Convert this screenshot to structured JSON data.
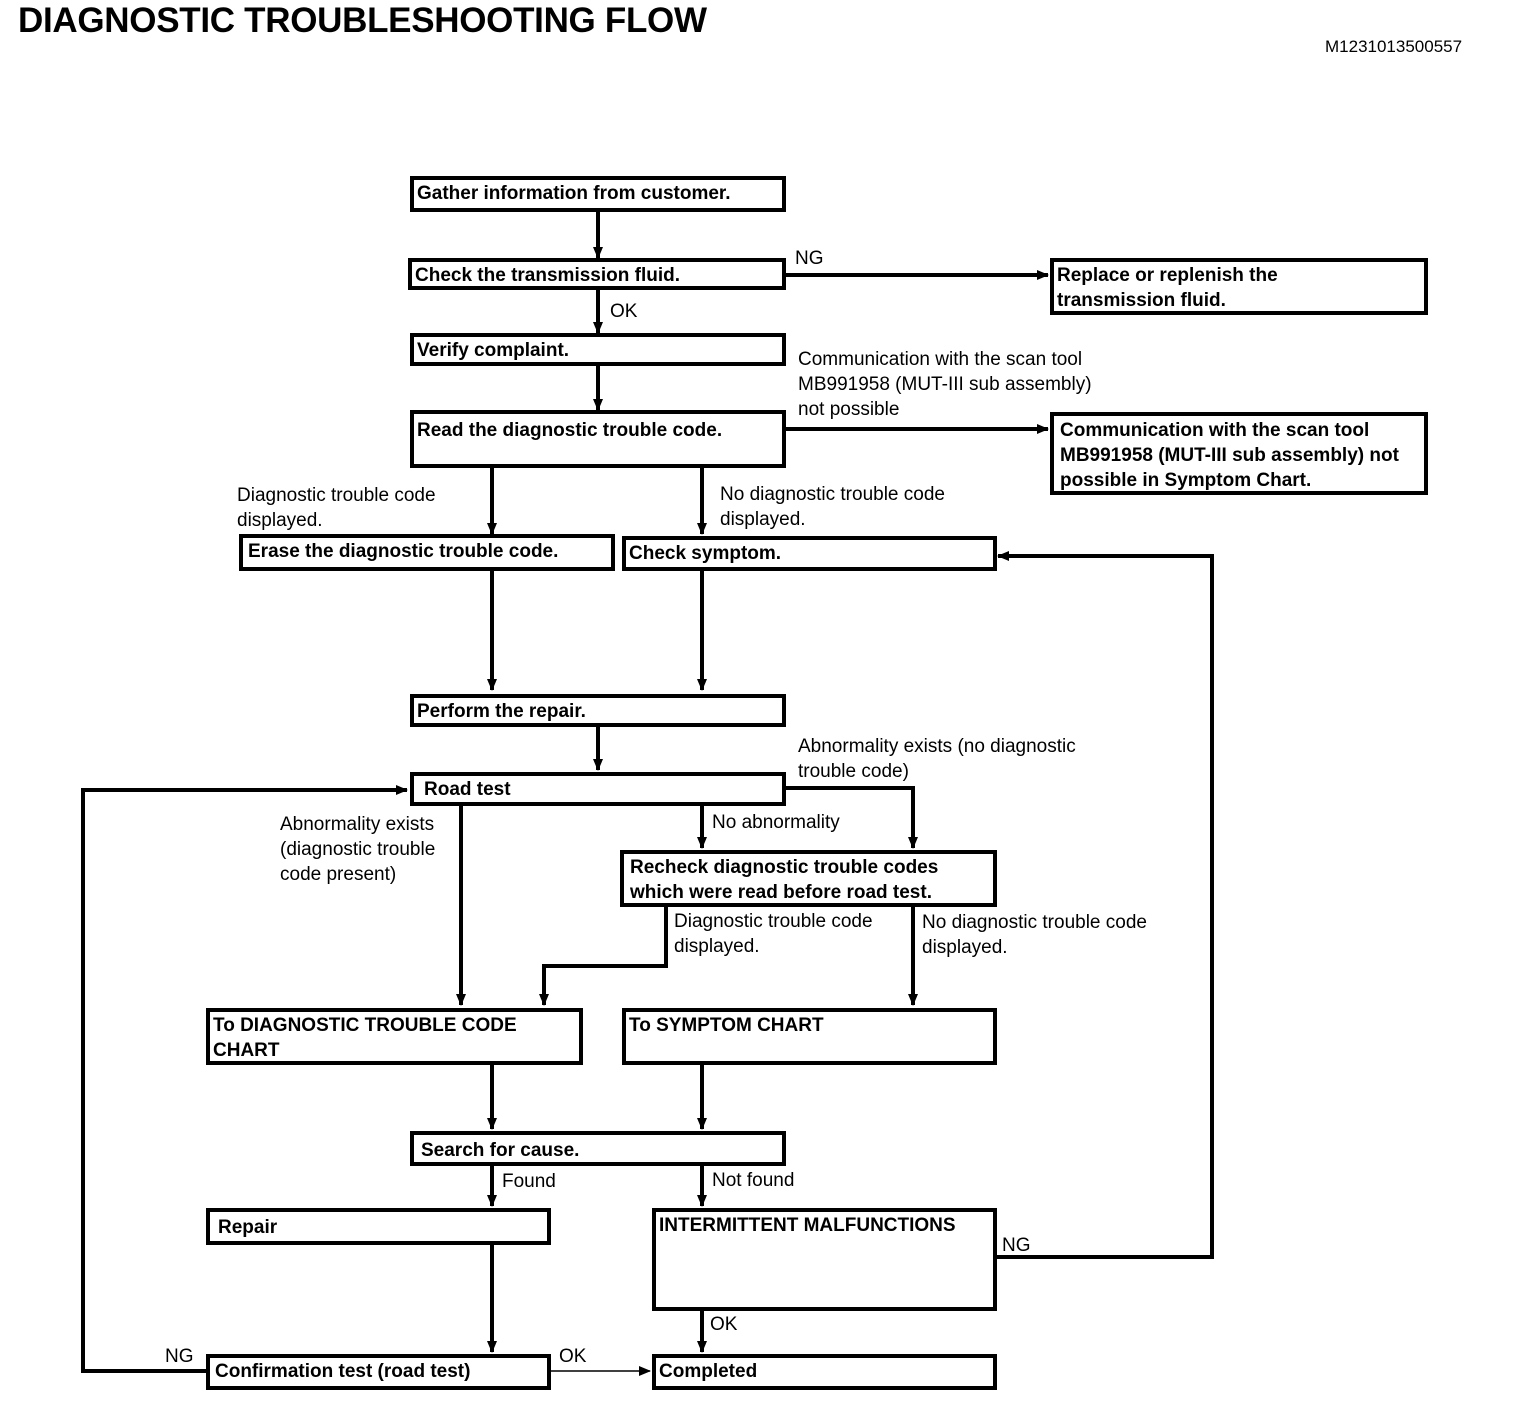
{
  "title": "DIAGNOSTIC TROUBLESHOOTING FLOW",
  "doc_id": "M1231013500557",
  "boxes": {
    "gather": "Gather information from customer.",
    "check_fluid": "Check the  transmission fluid.",
    "replace_fluid": "Replace or replenish the transmission fluid.",
    "verify": "Verify complaint.",
    "read_dtc": "Read the diagnostic trouble code.",
    "comm_chart": "Communication with the scan tool MB991958 (MUT-III sub assembly) not possible in Symptom Chart.",
    "erase_dtc": "Erase the diagnostic trouble code.",
    "check_symptom": "Check symptom.",
    "perform_repair": "Perform the repair.",
    "road_test": "Road test",
    "recheck": "Recheck diagnostic trouble codes which were read before road test.",
    "to_dtc_chart": "To DIAGNOSTIC TROUBLE CODE CHART",
    "to_symptom_chart": "To SYMPTOM CHART",
    "search": "Search for cause.",
    "repair": "Repair",
    "intermittent": "INTERMITTENT MALFUNCTIONS",
    "confirmation": "Confirmation test (road test)",
    "completed": "Completed"
  },
  "labels": {
    "fluid_ng": "NG",
    "fluid_ok": "OK",
    "comm_line1": "Communication with the scan tool",
    "comm_line2": "MB991958 (MUT-III sub assembly)",
    "comm_line3": "not possible",
    "dtc_disp_line1": "Diagnostic trouble code",
    "dtc_disp_line2": "displayed.",
    "no_dtc_line1": "No diagnostic trouble code",
    "no_dtc_line2": "displayed.",
    "abn_no_dtc_line1": "Abnormality exists (no diagnostic",
    "abn_no_dtc_line2": "trouble code)",
    "abn_dtc_line1": "Abnormality exists",
    "abn_dtc_line2": "(diagnostic trouble",
    "abn_dtc_line3": "code present)",
    "no_abnormality": "No abnormality",
    "recheck_dtc_line1": "Diagnostic trouble code",
    "recheck_dtc_line2": "displayed.",
    "recheck_no_dtc_line1": "No diagnostic trouble code",
    "recheck_no_dtc_line2": "displayed.",
    "found": "Found",
    "not_found": "Not found",
    "intermittent_ng": "NG",
    "intermittent_ok": "OK",
    "confirm_ng": "NG",
    "confirm_ok": "OK"
  }
}
